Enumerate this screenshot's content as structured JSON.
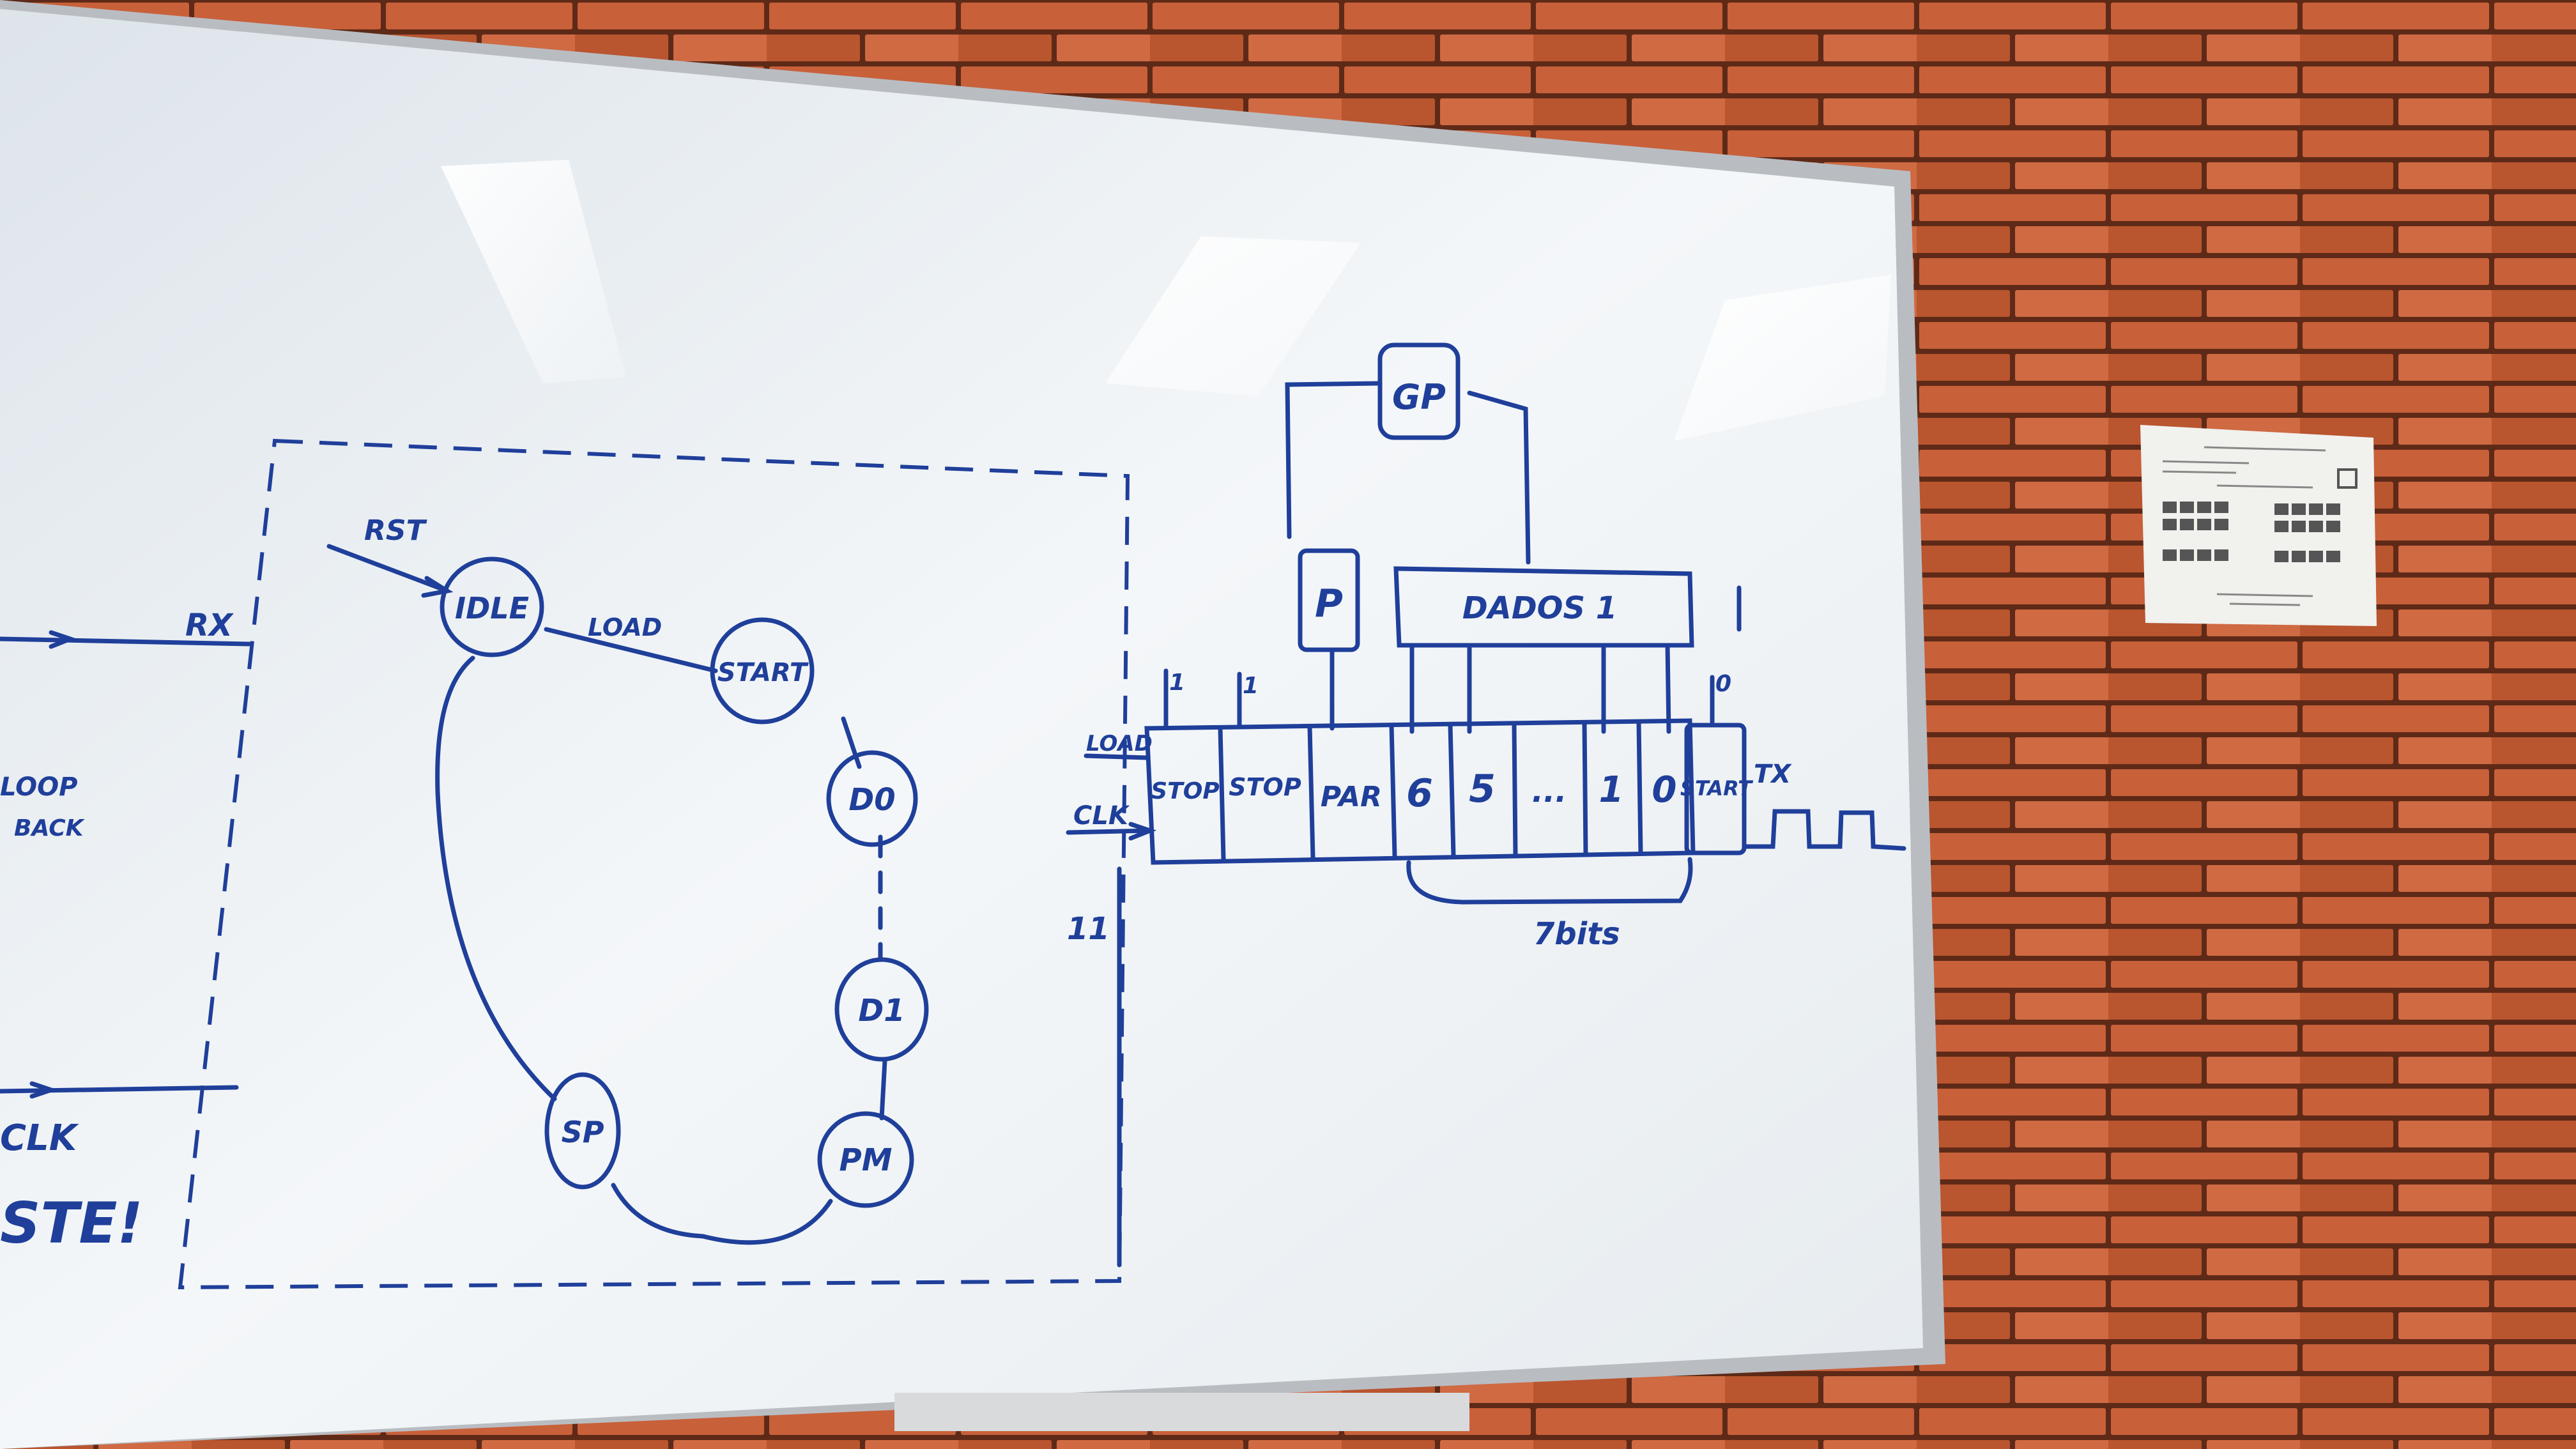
{
  "board": {
    "colors": {
      "ink": "#1f3f9a",
      "board": "#f2f5f7",
      "frame": "#b9bdc2",
      "wall": "#8a3f22",
      "brick": "#c8603a",
      "mortar": "#5e2a17"
    },
    "left_labels": {
      "rx": "RX",
      "loop": "LOOP",
      "back": "BACK",
      "clk": "CLK",
      "teste": "STE!"
    },
    "fsm": {
      "rst": "RST",
      "load": "LOAD",
      "states": [
        "IDLE",
        "START",
        "D0",
        "D1",
        "PM",
        "SP"
      ]
    },
    "register": {
      "gp": "GP",
      "p": "P",
      "dados": "DADOS 1",
      "load": "LOAD",
      "clk": "CLK",
      "tx": "TX",
      "bits_label": "7bits",
      "side_mark": "11",
      "init_marks": [
        "1",
        "1",
        "0"
      ],
      "cells": [
        "STOP",
        "STOP",
        "PAR",
        "6",
        "5",
        "...",
        "1",
        "0",
        "START"
      ]
    }
  }
}
